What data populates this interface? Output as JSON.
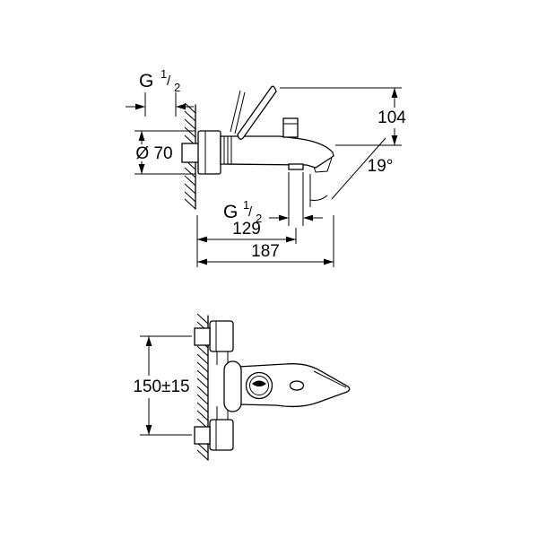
{
  "meta": {
    "background_color": "#ffffff",
    "ink_color": "#000000",
    "drawing_type": "bath-mixer-installation-dimensions"
  },
  "top_view": {
    "thread_top": {
      "prefix": "G",
      "numerator": "1",
      "separator": "/",
      "denominator": "2"
    },
    "escutcheon_diameter": "Ø 70",
    "height_dimension": "104",
    "spout_angle": "19°",
    "thread_bottom": {
      "prefix": "G",
      "numerator": "1",
      "separator": "/",
      "denominator": "2"
    },
    "outlet_distance": "129",
    "total_projection": "187"
  },
  "front_view": {
    "connection_distance": "150±15"
  }
}
